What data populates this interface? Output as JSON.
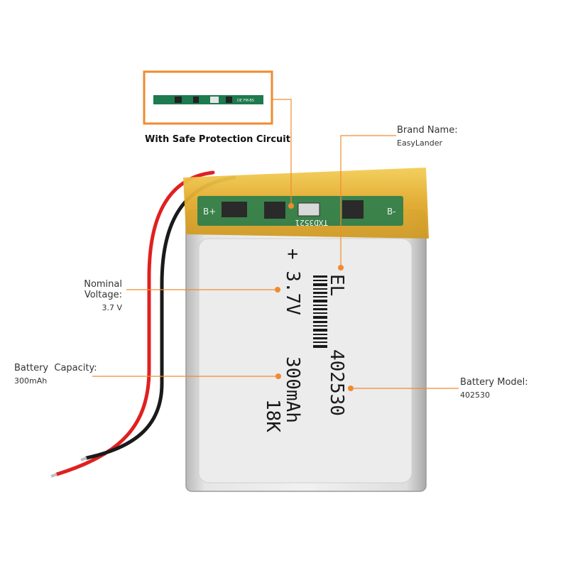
{
  "pcb_caption": "With Safe Protection Circuit",
  "callouts": {
    "brand": {
      "name": "Brand Name:",
      "value": "EasyLander"
    },
    "voltage": {
      "name": "Nominal Voltage:",
      "value": "3.7 V"
    },
    "capacity": {
      "name": "Battery  Capacity:",
      "value": "300mAh"
    },
    "model": {
      "name": "Battery Model:",
      "value": "402530"
    }
  },
  "battery_print": {
    "line1": "+ 3.7V",
    "line2": "300mAh",
    "line3": "18K",
    "brand_mark": "EL",
    "model_mark": "402530",
    "pcb_code": "TXD3521",
    "pcb_plus": "B+",
    "pcb_minus": "B-",
    "pcb_small_code": "DE FM-BS"
  },
  "colors": {
    "accent_orange": "#f28a2e",
    "cell_silver": "#dcdcdc",
    "kapton_tape": "#e8b83a",
    "pcb_green": "#1e7a4f",
    "wire_red": "#e02020",
    "wire_black": "#1a1a1a"
  }
}
